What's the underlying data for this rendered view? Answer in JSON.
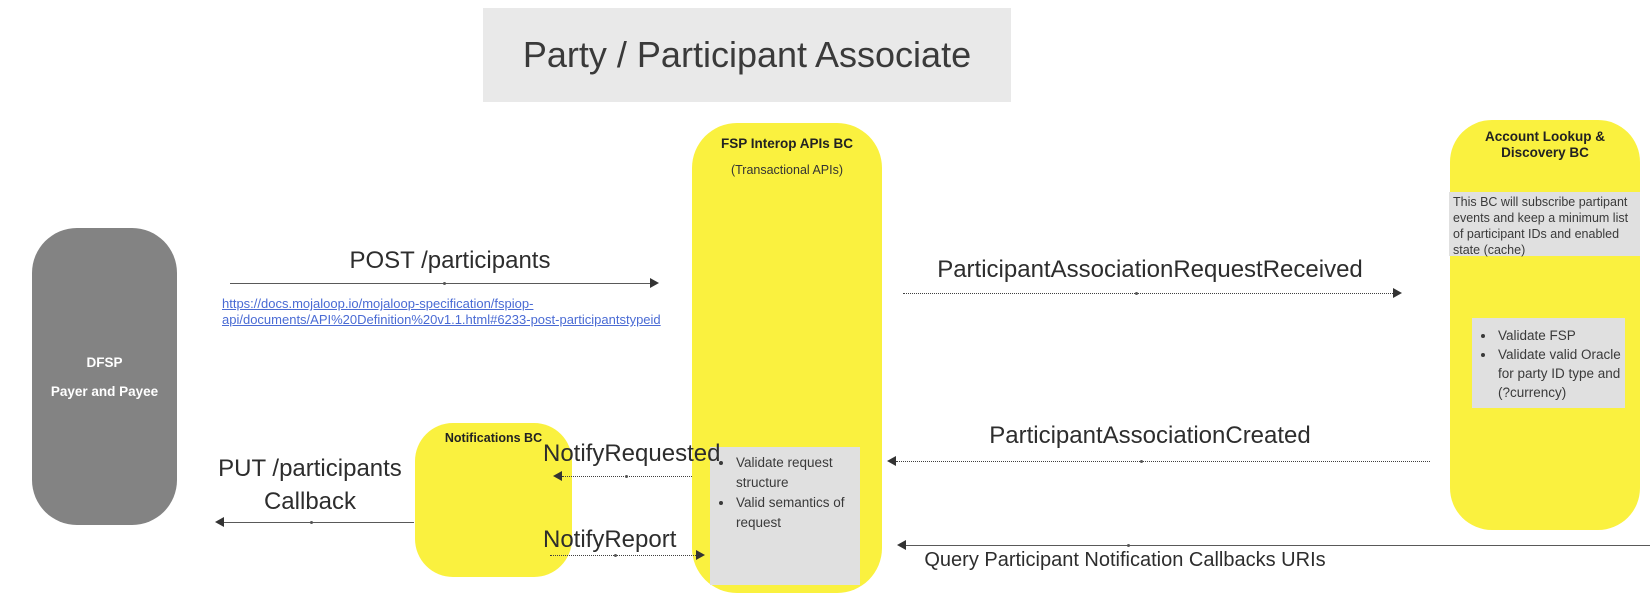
{
  "title": "Party / Participant Associate",
  "actors": {
    "dfsp": {
      "line1": "DFSP",
      "line2": "Payer and Payee"
    },
    "fsp_interop": {
      "title": "FSP Interop APIs BC",
      "subtitle": "(Transactional APIs)",
      "validation_note": {
        "items": [
          "Validate request structure",
          "Valid semantics of request"
        ]
      }
    },
    "notifications": {
      "title": "Notifications BC"
    },
    "account_lookup": {
      "title": "Account Lookup & Discovery BC",
      "subscribe_note": "This BC will subscribe partipant events and keep a minimum list of participant IDs and enabled state (cache)",
      "checks_note": {
        "items": [
          "Validate FSP",
          "Validate valid Oracle for party ID type and (?currency)"
        ]
      }
    }
  },
  "messages": {
    "post_participants": {
      "label": "POST /participants",
      "link_line1": "https://docs.mojaloop.io/mojaloop-specification/fspiop-",
      "link_line2": "api/documents/API%20Definition%20v1.1.html#6233-post-participantstypeid"
    },
    "request_received": {
      "label": "ParticipantAssociationRequestReceived"
    },
    "association_created": {
      "label": "ParticipantAssociationCreated"
    },
    "notify_requested": {
      "label": "NotifyRequested"
    },
    "notify_report": {
      "label": "NotifyReport"
    },
    "put_callback": {
      "line1": "PUT /participants",
      "line2": "Callback"
    },
    "query_callbacks": {
      "label": "Query Participant Notification Callbacks URIs"
    }
  },
  "colors": {
    "yellow": "#faf13f",
    "gray_actor": "#838383",
    "banner": "#e9e9e9",
    "note": "#e0e0e0",
    "link": "#4a6bd4"
  }
}
